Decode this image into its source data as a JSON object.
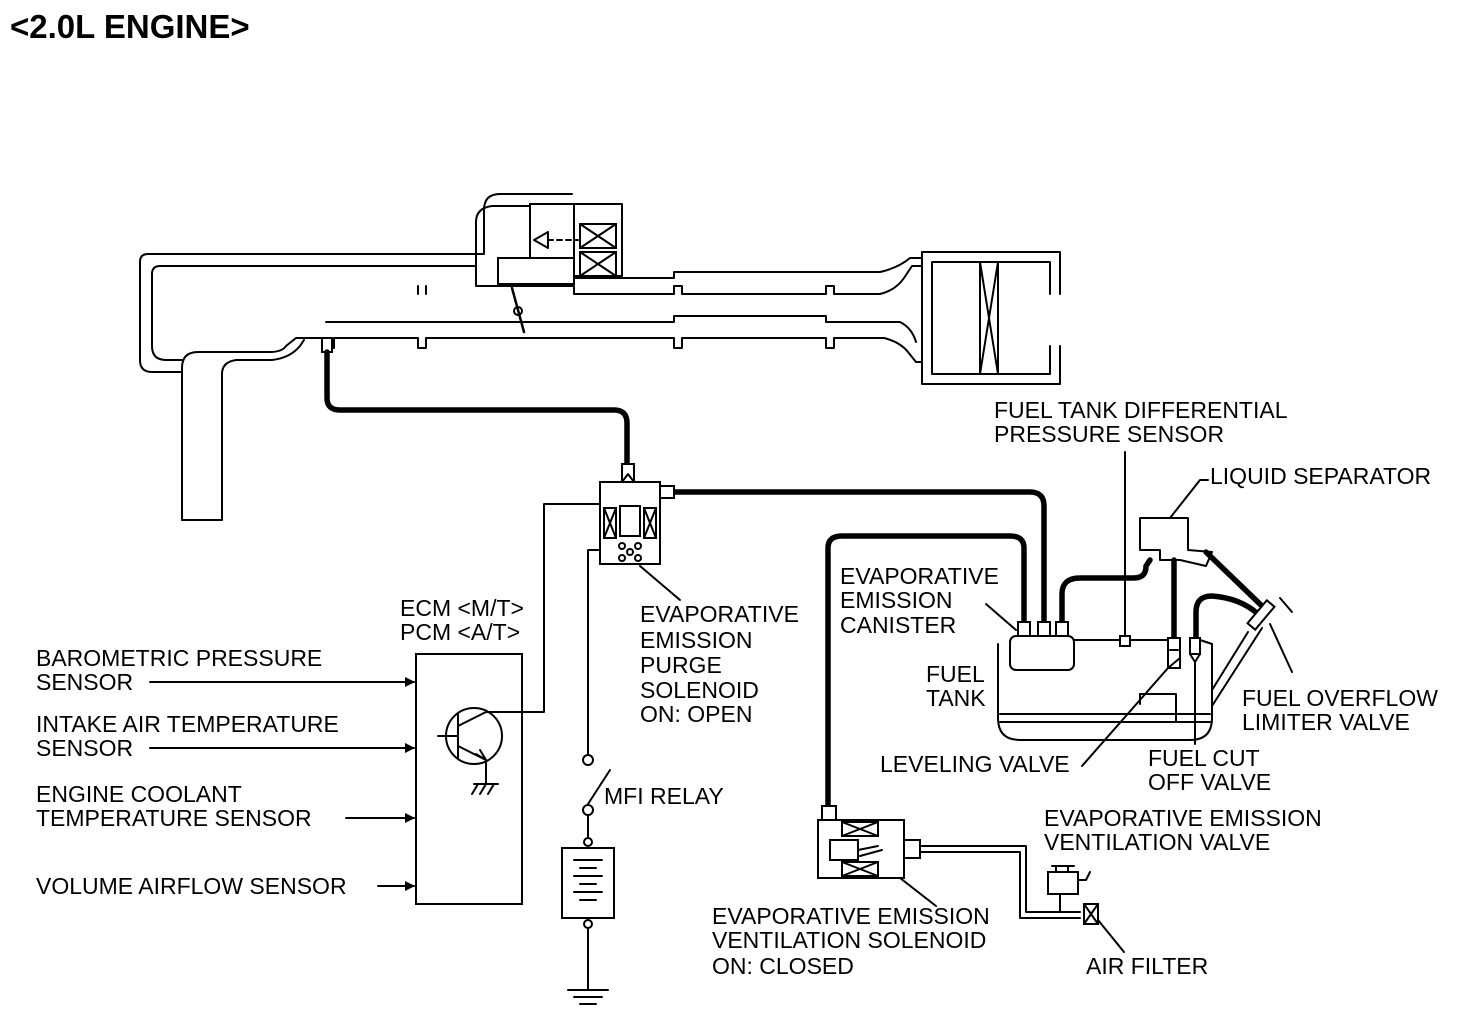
{
  "title": "<2.0L ENGINE>",
  "labels": {
    "ecm_line1": "ECM <M/T>",
    "ecm_line2": "PCM <A/T>",
    "baro_line1": "BAROMETRIC PRESSURE",
    "baro_line2": "SENSOR",
    "iat_line1": "INTAKE AIR TEMPERATURE",
    "iat_line2": "SENSOR",
    "ect_line1": "ENGINE COOLANT",
    "ect_line2": "TEMPERATURE SENSOR",
    "vaf": "VOLUME AIRFLOW SENSOR",
    "purge_line1": "EVAPORATIVE",
    "purge_line2": "EMISSION",
    "purge_line3": "PURGE",
    "purge_line4": "SOLENOID",
    "purge_line5": "ON: OPEN",
    "mfi_relay": "MFI RELAY",
    "fuel_tank_sensor_line1": "FUEL TANK DIFFERENTIAL",
    "fuel_tank_sensor_line2": "PRESSURE SENSOR",
    "liquid_separator": "LIQUID SEPARATOR",
    "canister_line1": "EVAPORATIVE",
    "canister_line2": "EMISSION",
    "canister_line3": "CANISTER",
    "fuel_tank_line1": "FUEL",
    "fuel_tank_line2": "TANK",
    "overflow_line1": "FUEL OVERFLOW",
    "overflow_line2": "LIMITER VALVE",
    "leveling_valve": "LEVELING VALVE",
    "cutoff_line1": "FUEL CUT",
    "cutoff_line2": "OFF VALVE",
    "vent_valve_line1": "EVAPORATIVE EMISSION",
    "vent_valve_line2": "VENTILATION VALVE",
    "vent_sol_line1": "EVAPORATIVE EMISSION",
    "vent_sol_line2": "VENTILATION SOLENOID",
    "vent_sol_line3": "ON: CLOSED",
    "air_filter": "AIR FILTER"
  }
}
